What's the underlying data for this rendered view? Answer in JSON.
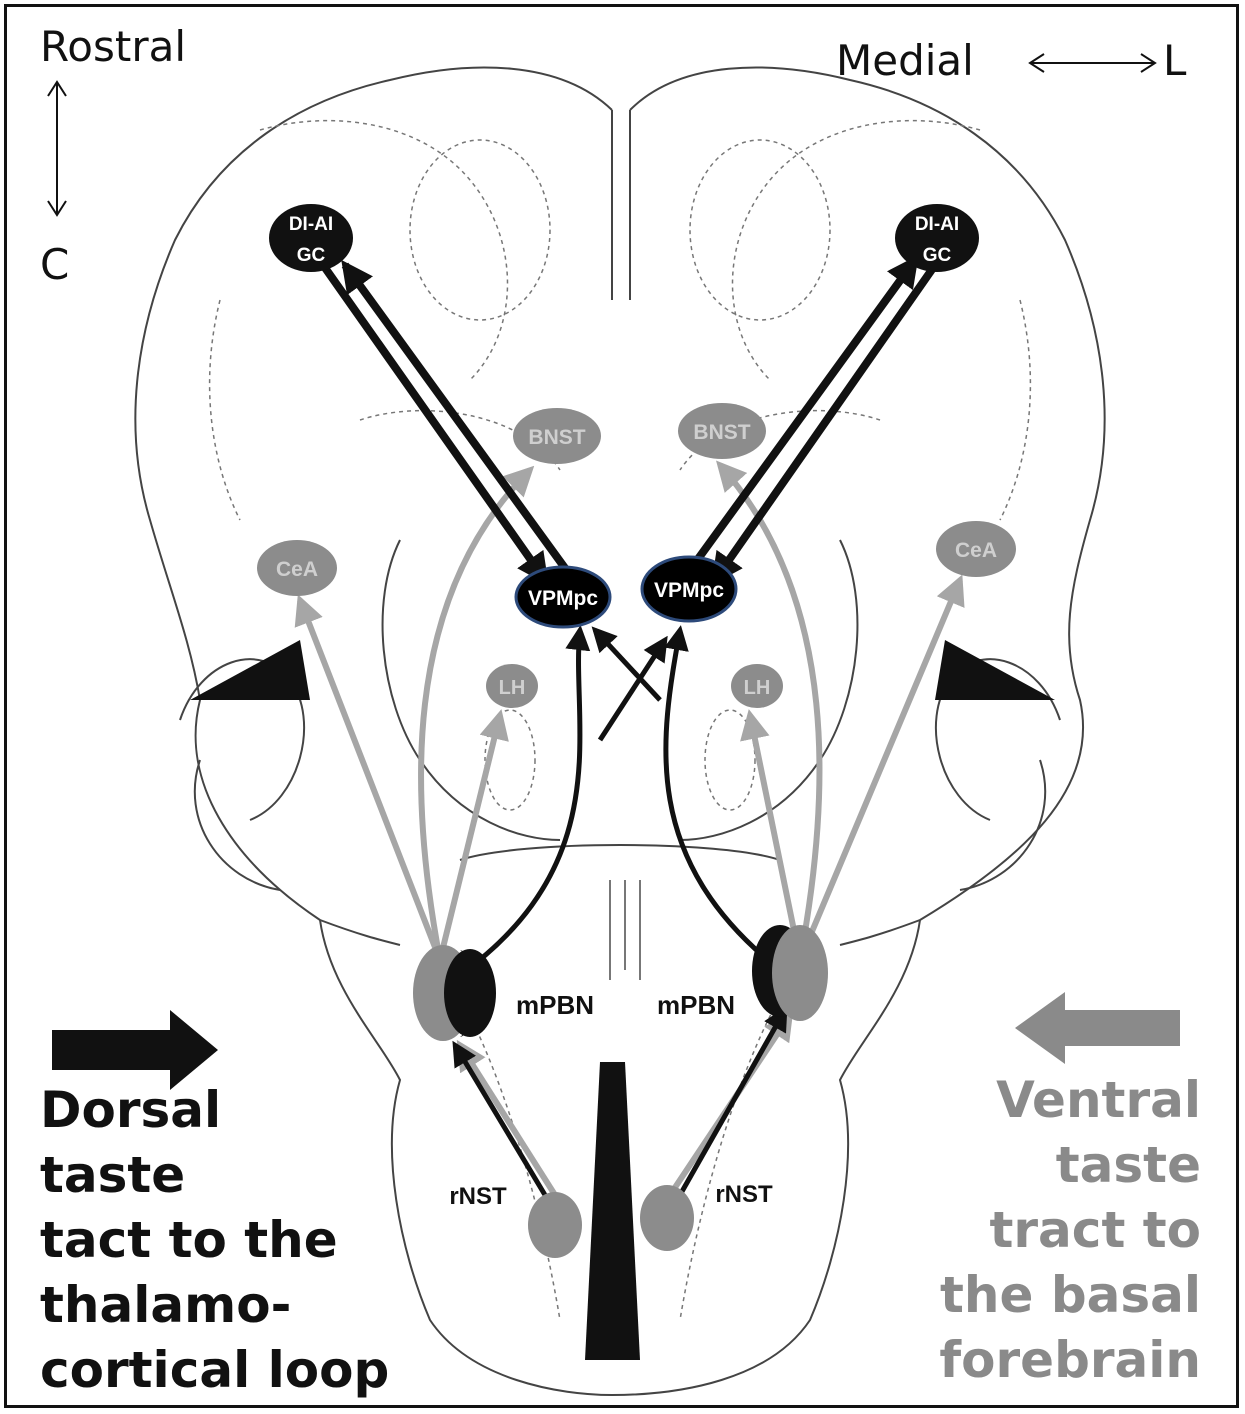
{
  "orientation": {
    "rostral": "Rostral",
    "caudal": "C",
    "medial": "Medial",
    "lateral": "L"
  },
  "nodes": {
    "gc_left_line1": "DI-AI",
    "gc_left_line2": "GC",
    "gc_right_line1": "DI-AI",
    "gc_right_line2": "GC",
    "bnst_left": "BNST",
    "bnst_right": "BNST",
    "cea_left": "CeA",
    "cea_right": "CeA",
    "vpmpc_left": "VPMpc",
    "vpmpc_right": "VPMpc",
    "lh_left": "LH",
    "lh_right": "LH",
    "mpbn_left": "mPBN",
    "mpbn_right": "mPBN",
    "rnst_left": "rNST",
    "rnst_right": "rNST"
  },
  "captions": {
    "dorsal": [
      "Dorsal",
      "taste",
      "tact to the",
      "thalamo-",
      "cortical loop"
    ],
    "ventral": [
      "Ventral",
      "taste",
      "tract to",
      "the basal",
      "forebrain"
    ]
  },
  "colors": {
    "dorsal_pathway": "#111111",
    "ventral_pathway": "#a6a6a6",
    "ventral_node": "#8c8c8c",
    "ventral_node_text": "#cfcfcf",
    "vpmpc_border": "#2d4a7a"
  }
}
